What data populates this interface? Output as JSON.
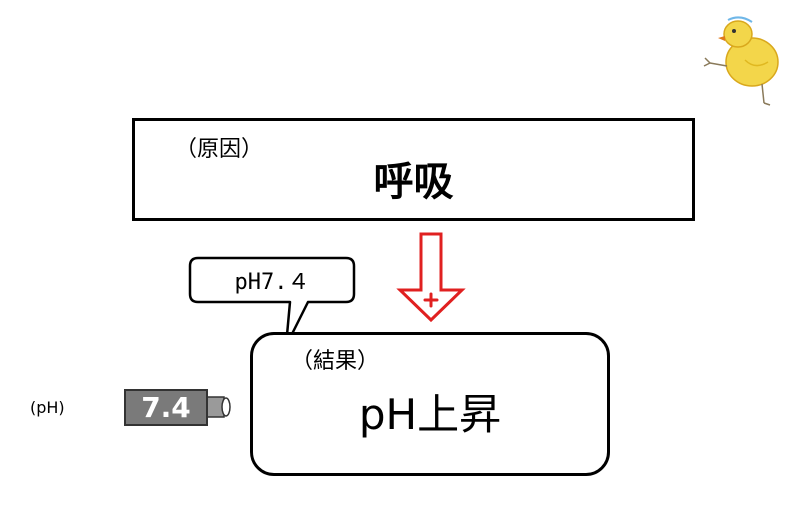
{
  "cause": {
    "label": "（原因）",
    "text": "呼吸"
  },
  "result": {
    "label": "（結果）",
    "text": "pH上昇"
  },
  "callout": {
    "text": "pH7.４"
  },
  "ph_meter": {
    "side_label": "(pH)",
    "reading": "7.4"
  },
  "arrow": {
    "sign": "+",
    "color": "#e02020"
  },
  "icons": {
    "decoration": "chick-icon"
  }
}
